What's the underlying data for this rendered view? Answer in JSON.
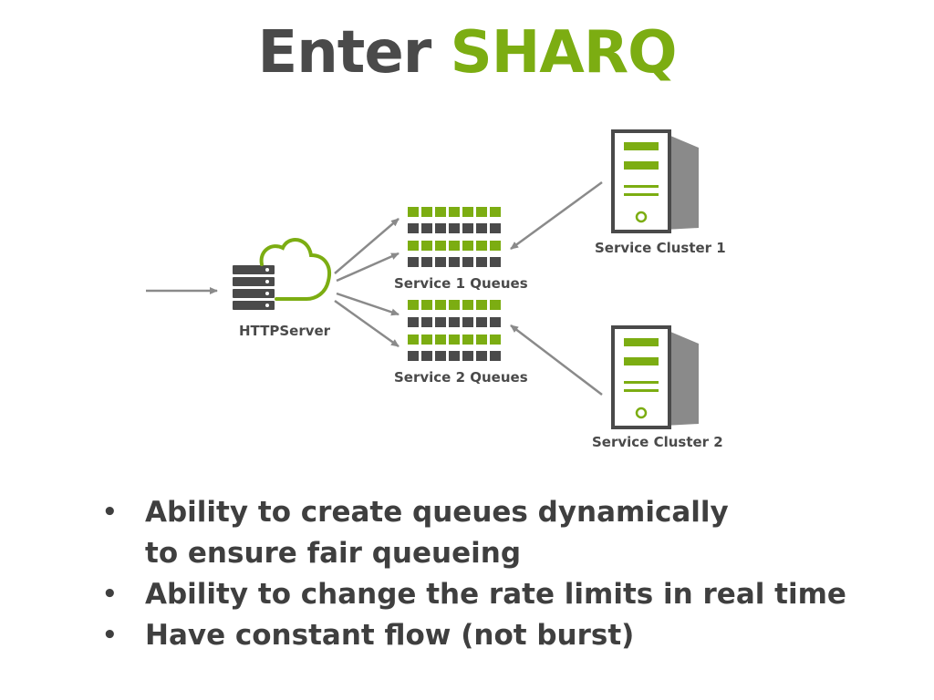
{
  "title": {
    "word1": "Enter",
    "word2": "SHARQ"
  },
  "diagram": {
    "http_server_label": "HTTPServer",
    "queue_group_1_label": "Service 1 Queues",
    "queue_group_2_label": "Service 2 Queues",
    "cluster_1_label": "Service Cluster 1",
    "cluster_2_label": "Service Cluster 2"
  },
  "bullets": [
    {
      "line1": "Ability to create queues dynamically",
      "line2": "to ensure fair queueing"
    },
    {
      "line1": "Ability to change the rate limits in real time"
    },
    {
      "line1": "Have constant flow (not burst)"
    }
  ],
  "colors": {
    "accent": "#7cad12",
    "dark": "#4a4a4a",
    "arrow": "#8a8a8a"
  }
}
